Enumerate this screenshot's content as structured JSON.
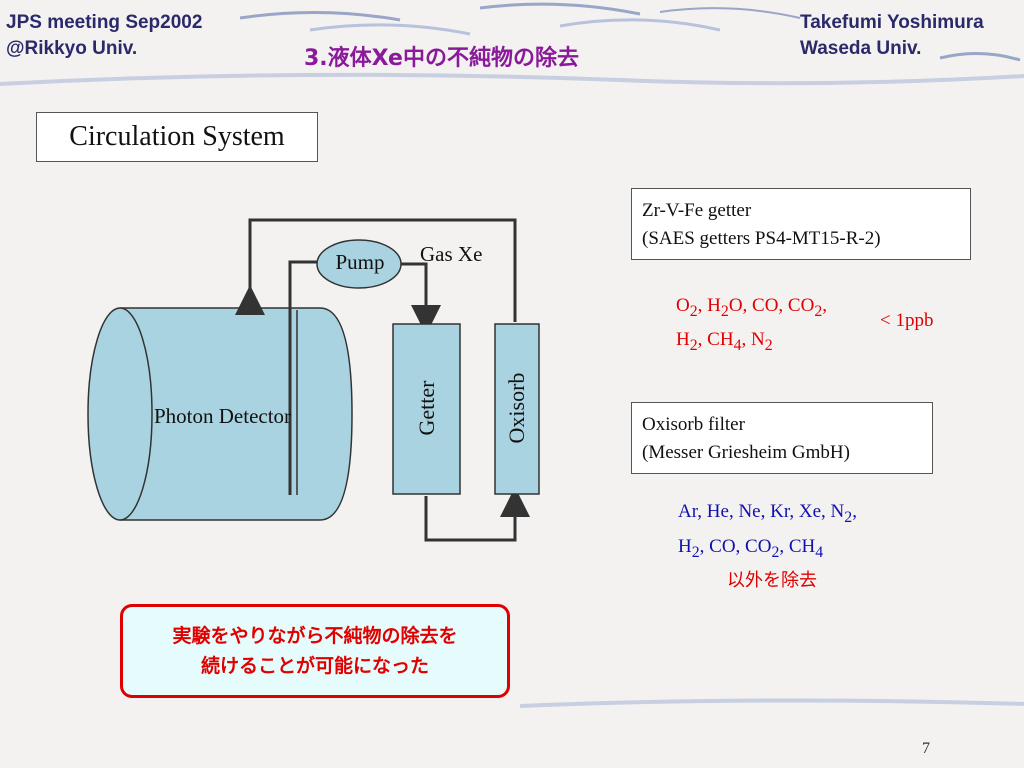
{
  "header": {
    "left_line1": "JPS meeting Sep2002",
    "left_line2": "@Rikkyo Univ.",
    "right_line1": "Takefumi Yoshimura",
    "right_line2": "Waseda Univ.",
    "title": "3.液体Xe中の不純物の除去"
  },
  "section_label": "Circulation System",
  "diagram": {
    "pump": "Pump",
    "gas": "Gas Xe",
    "detector": "Photon Detector",
    "getter": "Getter",
    "oxisorb": "Oxisorb"
  },
  "getter_info": {
    "line1": "Zr-V-Fe getter",
    "line2": "(SAES getters PS4-MT15-R-2)"
  },
  "getter_removes": {
    "line1_html": "O<sub>2</sub>, H<sub>2</sub>O, CO, CO<sub>2</sub>,",
    "line2_html": "H<sub>2</sub>, CH<sub>4</sub>, N<sub>2</sub>",
    "level": "< 1ppb"
  },
  "oxisorb_info": {
    "line1": "Oxisorb filter",
    "line2": "(Messer Griesheim GmbH)"
  },
  "oxisorb_removes": {
    "line1_html": "Ar, He, Ne, Kr, Xe, N<sub>2</sub>,",
    "line2_html": "H<sub>2</sub>, CO, CO<sub>2</sub>, CH<sub>4</sub>",
    "line3": "以外を除去"
  },
  "conclusion": {
    "line1": "実験をやりながら不純物の除去を",
    "line2": "続けることが可能になった"
  },
  "page_number": "7",
  "colors": {
    "title": "#8a1a9a",
    "header": "#2a2a6a",
    "component_fill": "#a9d3e0",
    "red": "#e00000",
    "blue": "#1010b0"
  }
}
